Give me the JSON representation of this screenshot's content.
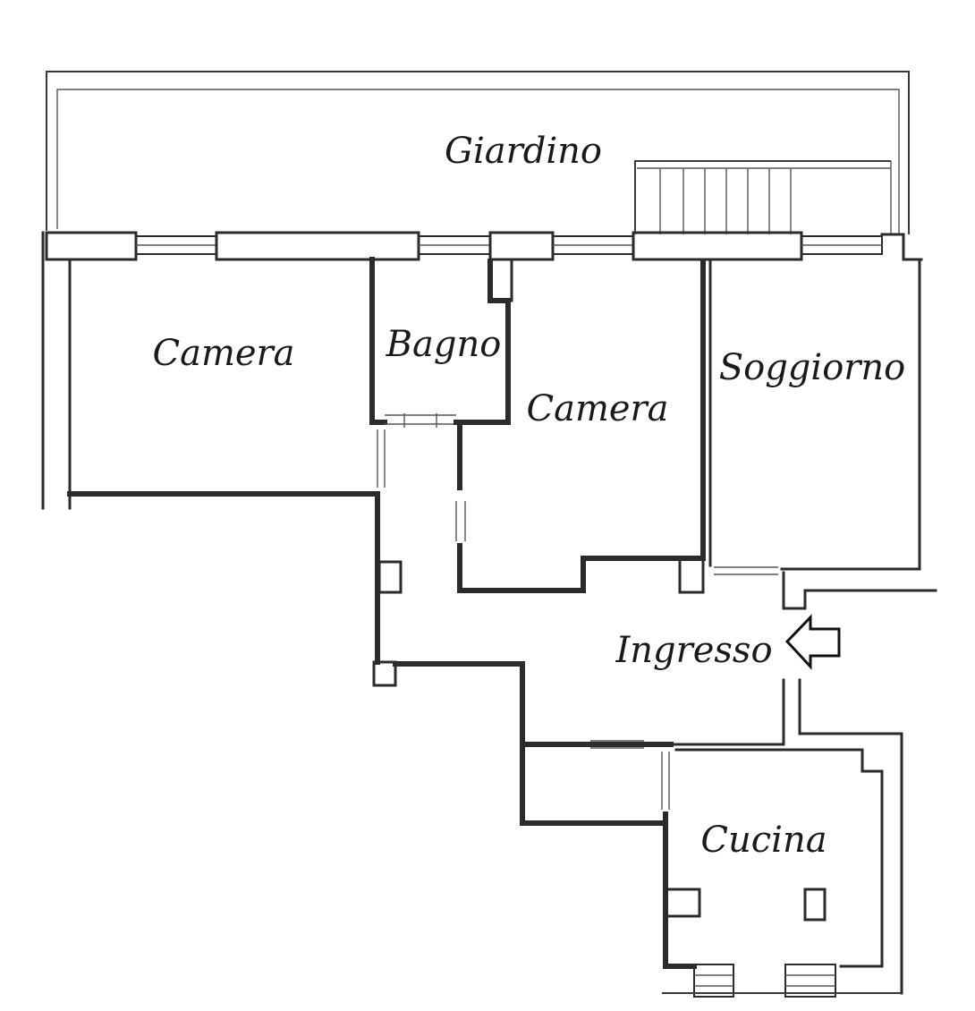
{
  "rooms": {
    "giardino": "Giardino",
    "camera_left": "Camera",
    "bagno": "Bagno",
    "camera_center": "Camera",
    "soggiorno": "Soggiorno",
    "ingresso": "Ingresso",
    "cucina": "Cucina"
  },
  "icons": {
    "entrance_arrow": "arrow-left-icon"
  },
  "colors": {
    "line": "#2b2b2b",
    "background": "#ffffff"
  }
}
